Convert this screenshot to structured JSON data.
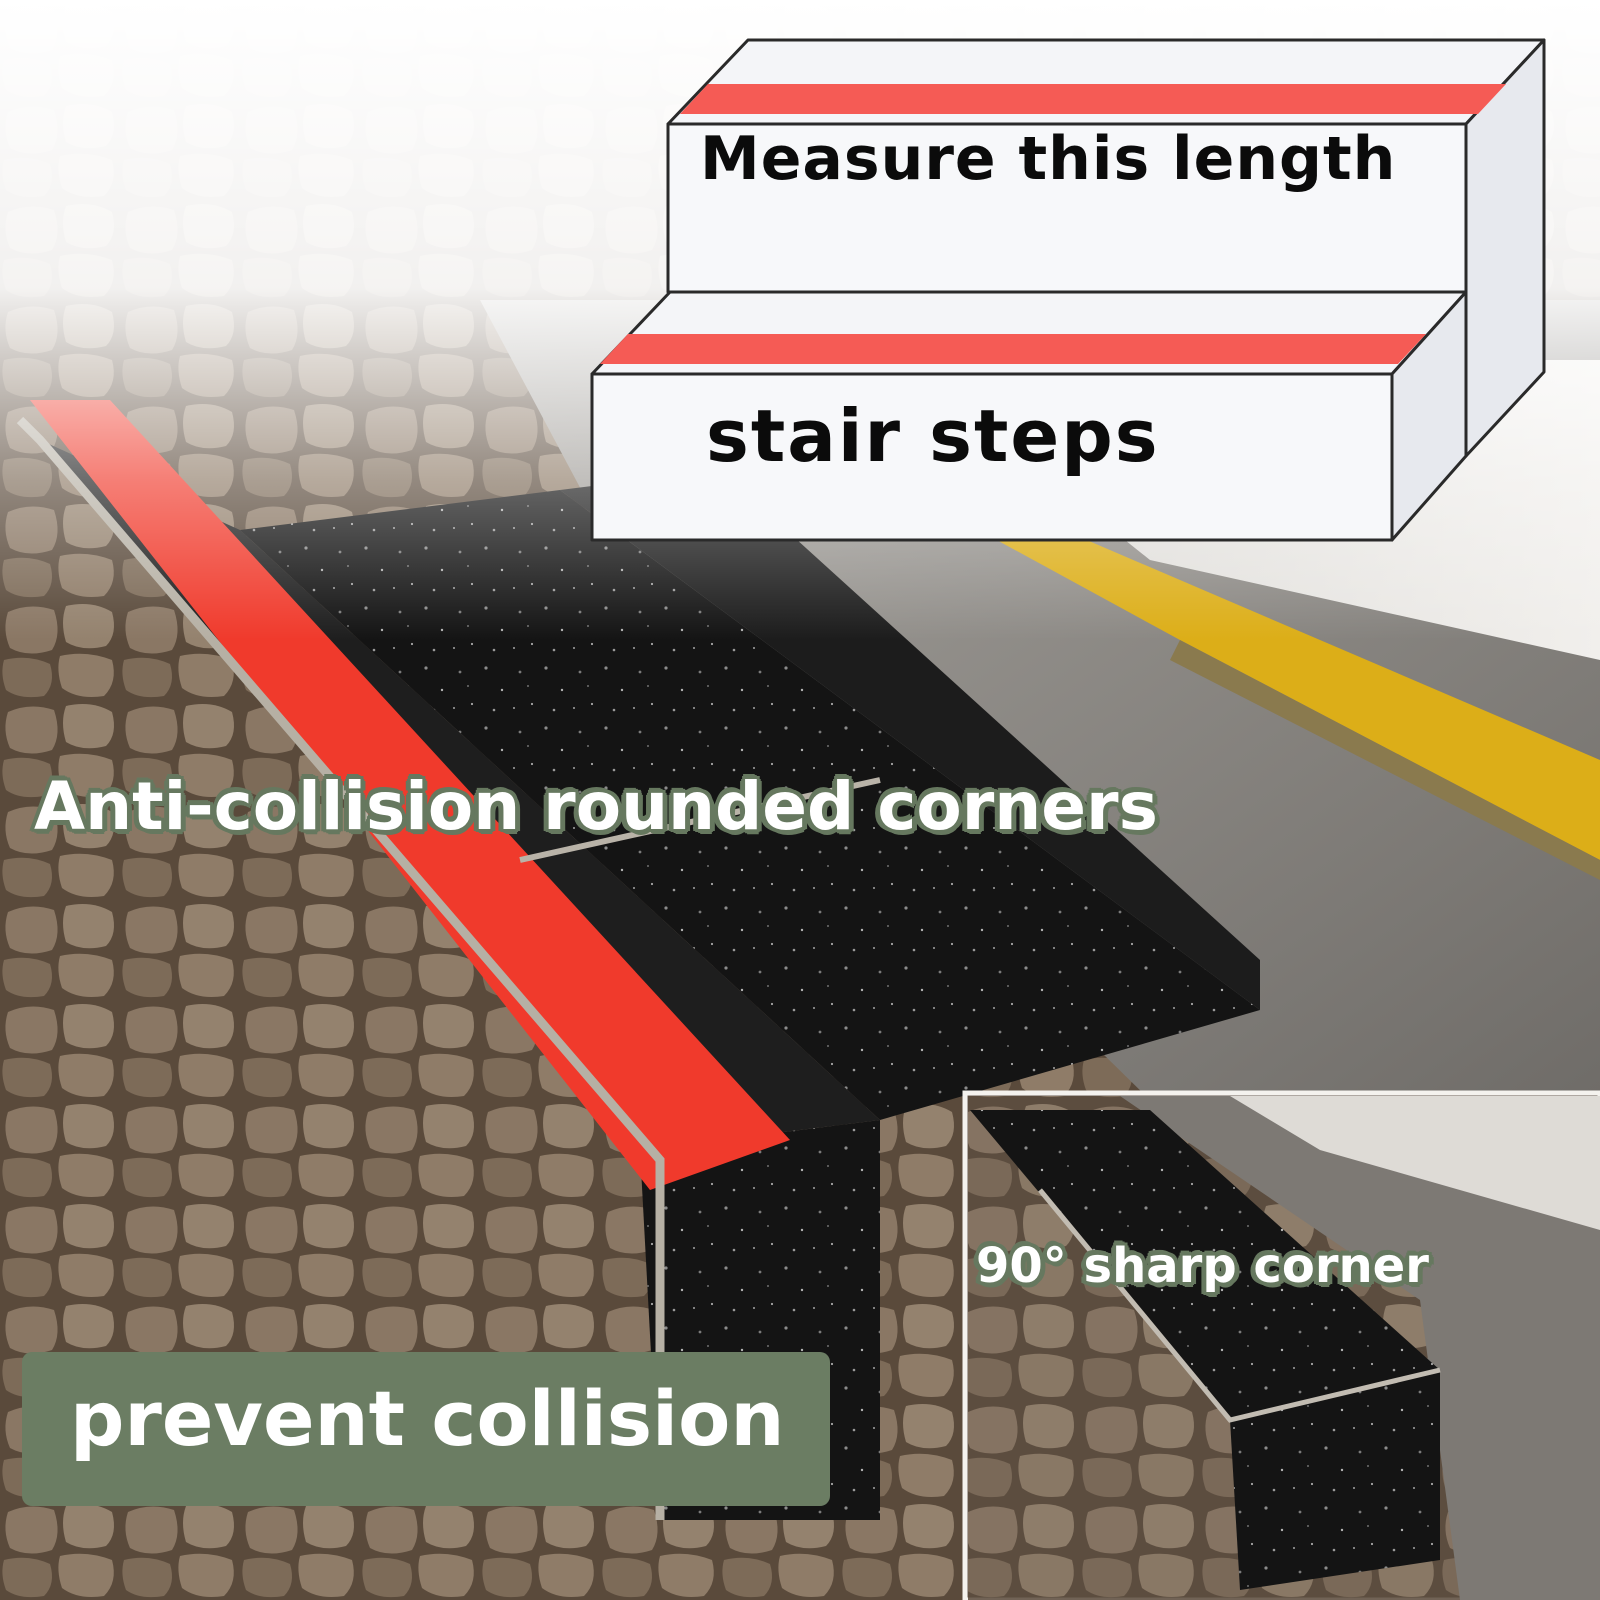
{
  "diagram": {
    "top_step_text": "Measure this length",
    "bottom_step_text": "stair steps"
  },
  "photo": {
    "main_caption": "Anti-collision rounded corners",
    "inset_caption": "90° sharp corner",
    "badge_text": "prevent collision"
  },
  "colors": {
    "trim_red": "#f03a2c",
    "trim_yellow": "#dcae18",
    "badge_green": "#6b7d63",
    "caption_outline": "#66785f",
    "granite": "#151515"
  }
}
